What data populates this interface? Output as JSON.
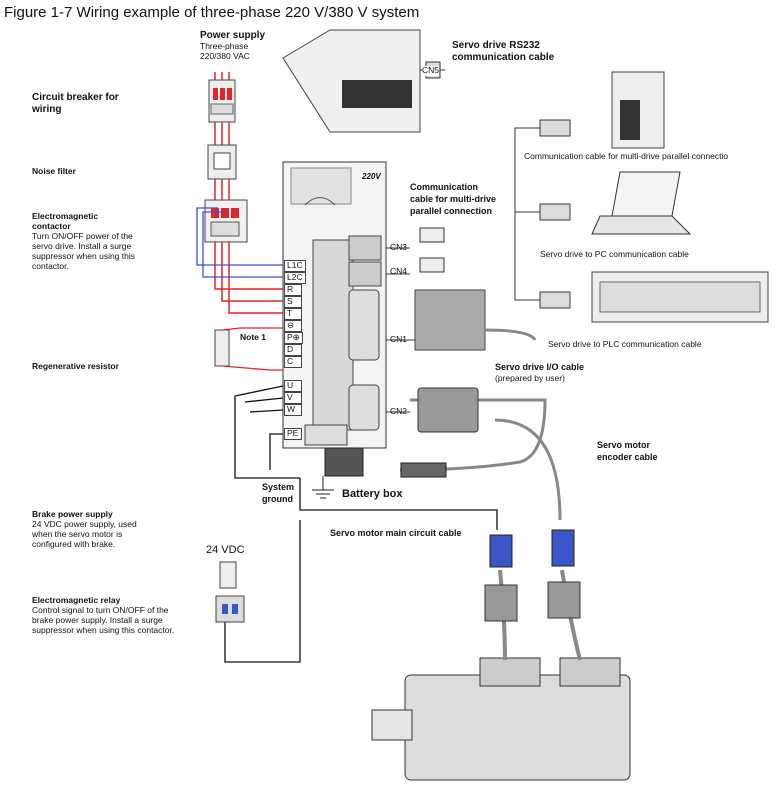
{
  "figure_title": "Figure 1-7 Wiring example of three-phase 220 V/380 V system",
  "power_supply": {
    "title": "Power supply",
    "line1": "Three-phase",
    "line2": "220/380 VAC"
  },
  "rs232": {
    "line1": "Servo drive RS232",
    "line2": "communication cable"
  },
  "breaker": {
    "line1": "Circuit breaker for",
    "line2": "wiring"
  },
  "noise_filter": "Noise filter",
  "contactor": {
    "title1": "Electromagnetic",
    "title2": "contactor",
    "desc": [
      "Turn ON/OFF power of the",
      "servo drive. Install a surge",
      "suppressor when using this",
      "contactor."
    ]
  },
  "multi_drive": {
    "line1": "Communication",
    "line2": "cable for multi-drive",
    "line3": "parallel connection"
  },
  "multi_drive_cable": "Communication cable for multi-drive parallel connectio",
  "pc_cable": "Servo drive to PC communication cable",
  "plc_cable": "Servo drive to PLC communication cable",
  "io_cable": {
    "title": "Servo drive I/O cable",
    "sub": "(prepared by user)"
  },
  "regen": "Regenerative resistor",
  "note1": "Note 1",
  "encoder_cable": {
    "line1": "Servo motor",
    "line2": "encoder cable"
  },
  "system_ground": {
    "line1": "System",
    "line2": "ground"
  },
  "battery_box": "Battery box",
  "brake_supply": {
    "title": "Brake power supply",
    "desc": [
      "24 VDC power supply, used",
      "when the servo motor is",
      "configured with brake."
    ]
  },
  "main_circuit_cable": "Servo motor main circuit cable",
  "vdc": "24 VDC",
  "relay": {
    "title": "Electromagnetic relay",
    "desc": [
      "Control signal to turn ON/OFF of the",
      "brake power supply. Install a surge",
      "suppressor when using this contactor."
    ]
  },
  "drive": {
    "voltage": "220V",
    "cn3": "CN3",
    "cn4": "CN4",
    "cn1": "CN1",
    "cn2": "CN2",
    "cn5": "CN5"
  },
  "terminals": [
    "L1C",
    "L2C",
    "R",
    "S",
    "T",
    "⊖",
    "P⊕",
    "D",
    "C",
    "U",
    "V",
    "W",
    "PE"
  ],
  "colors": {
    "red": "#e0262b",
    "blue": "#3a55c8",
    "gray": "#8a8a8a",
    "dark": "#333333"
  }
}
